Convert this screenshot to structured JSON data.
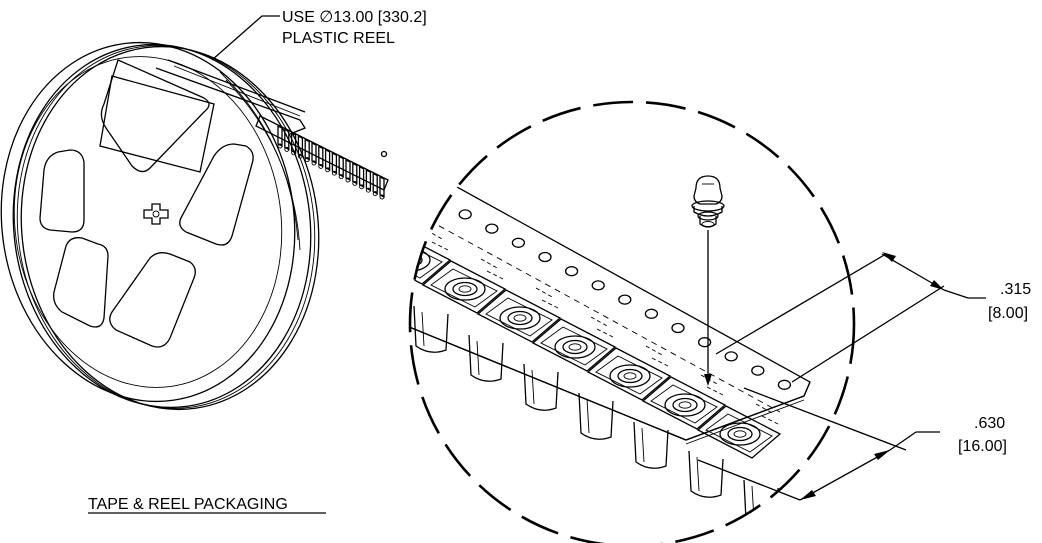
{
  "callouts": {
    "reel_line1": "USE ∅13.00 [330.2]",
    "reel_line2": "PLASTIC REEL",
    "width_in": ".315",
    "width_mm": "[8.00]",
    "pitch_in": ".630",
    "pitch_mm": "[16.00]"
  },
  "caption": "TAPE & REEL PACKAGING"
}
